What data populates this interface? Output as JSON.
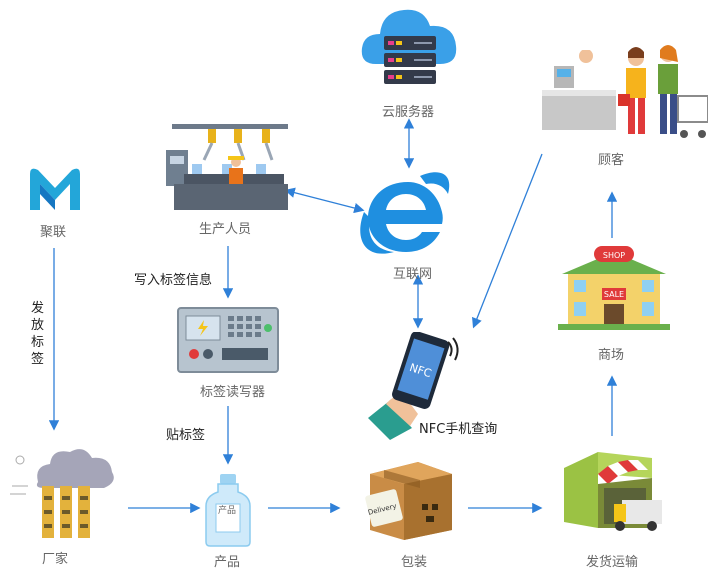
{
  "nodes": {
    "juhe": "聚联",
    "cloud": "云服务器",
    "staff": "生产人员",
    "internet": "互联网",
    "customer": "顾客",
    "reader": "标签读写器",
    "mall": "商场",
    "factory": "厂家",
    "product": "产品",
    "package": "包装",
    "shipping": "发货运输"
  },
  "edge_labels": {
    "write_tag": "写入标签信息",
    "issue_tag": "发放标签",
    "stick_tag": "贴标签",
    "nfc_query": "NFC手机查询"
  },
  "inner_text": {
    "nfc": "NFC",
    "delivery": "Delivery",
    "product_tag": "产品",
    "shop": "SHOP",
    "sale": "SALE"
  },
  "colors": {
    "arrow": "#2f80d8",
    "logo": "#23a6d9",
    "ie": "#1f8fe0",
    "phone": "#2a9d8f"
  }
}
